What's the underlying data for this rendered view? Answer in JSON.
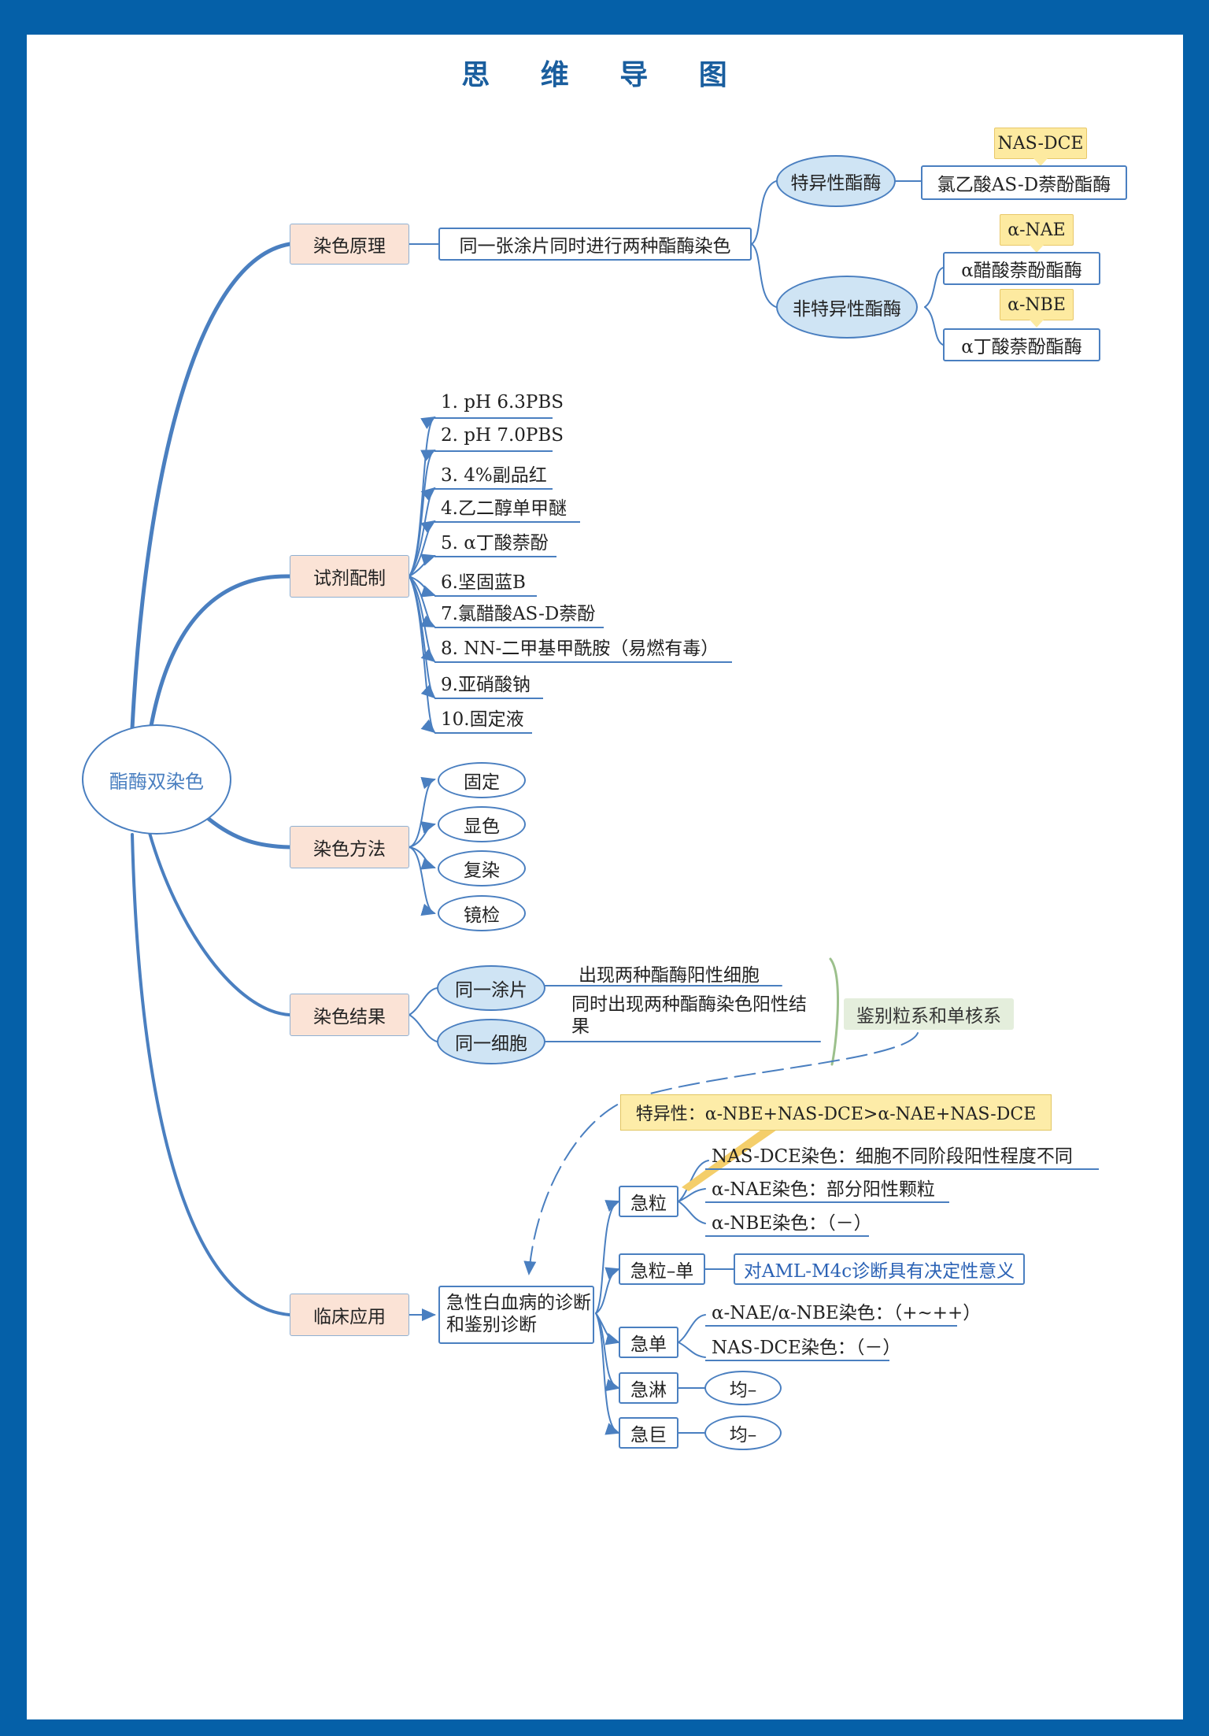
{
  "title": "思 维 导 图",
  "root": "酯酶双染色",
  "branches": {
    "principle": {
      "label": "染色原理",
      "child": "同一张涂片同时进行两种酯酶染色",
      "specific": {
        "label": "特异性酯酶",
        "item": "氯乙酸AS-D萘酚酯酶",
        "tag": "NAS-DCE"
      },
      "nonspecific": {
        "label": "非特异性酯酶",
        "items": [
          {
            "text": "α醋酸萘酚酯酶",
            "tag": "α-NAE"
          },
          {
            "text": "α丁酸萘酚酯酶",
            "tag": "α-NBE"
          }
        ]
      }
    },
    "reagents": {
      "label": "试剂配制",
      "items": [
        "1. pH 6.3PBS",
        "2. pH 7.0PBS",
        "3. 4%副品红",
        "4.乙二醇单甲醚",
        "5. α丁酸萘酚",
        "6.坚固蓝B",
        "7.氯醋酸AS-D萘酚",
        "8. NN-二甲基甲酰胺（易燃有毒）",
        "9.亚硝酸钠",
        "10.固定液"
      ]
    },
    "method": {
      "label": "染色方法",
      "items": [
        "固定",
        "显色",
        "复染",
        "镜检"
      ]
    },
    "result": {
      "label": "染色结果",
      "items": [
        {
          "label": "同一涂片",
          "desc": "出现两种酯酶阳性细胞"
        },
        {
          "label": "同一细胞",
          "desc": "同时出现两种酯酶染色阳性结果"
        }
      ],
      "conclusion": "鉴别粒系和单核系"
    },
    "clinical": {
      "label": "临床应用",
      "child": "急性白血病的诊断和鉴别诊断",
      "specificity": "特异性：α-NBE+NAS-DCE>α-NAE+NAS-DCE",
      "types": [
        {
          "label": "急粒",
          "details": [
            "NAS-DCE染色：细胞不同阶段阳性程度不同",
            "α-NAE染色：部分阳性颗粒",
            "α-NBE染色：（－）"
          ]
        },
        {
          "label": "急粒–单",
          "details": [
            "对AML-M4c诊断具有决定性意义"
          ]
        },
        {
          "label": "急单",
          "details": [
            "α-NAE/α-NBE染色：（+~++）",
            "NAS-DCE染色：（－）"
          ]
        },
        {
          "label": "急淋",
          "details": [
            "均–"
          ]
        },
        {
          "label": "急巨",
          "details": [
            "均–"
          ]
        }
      ]
    }
  }
}
